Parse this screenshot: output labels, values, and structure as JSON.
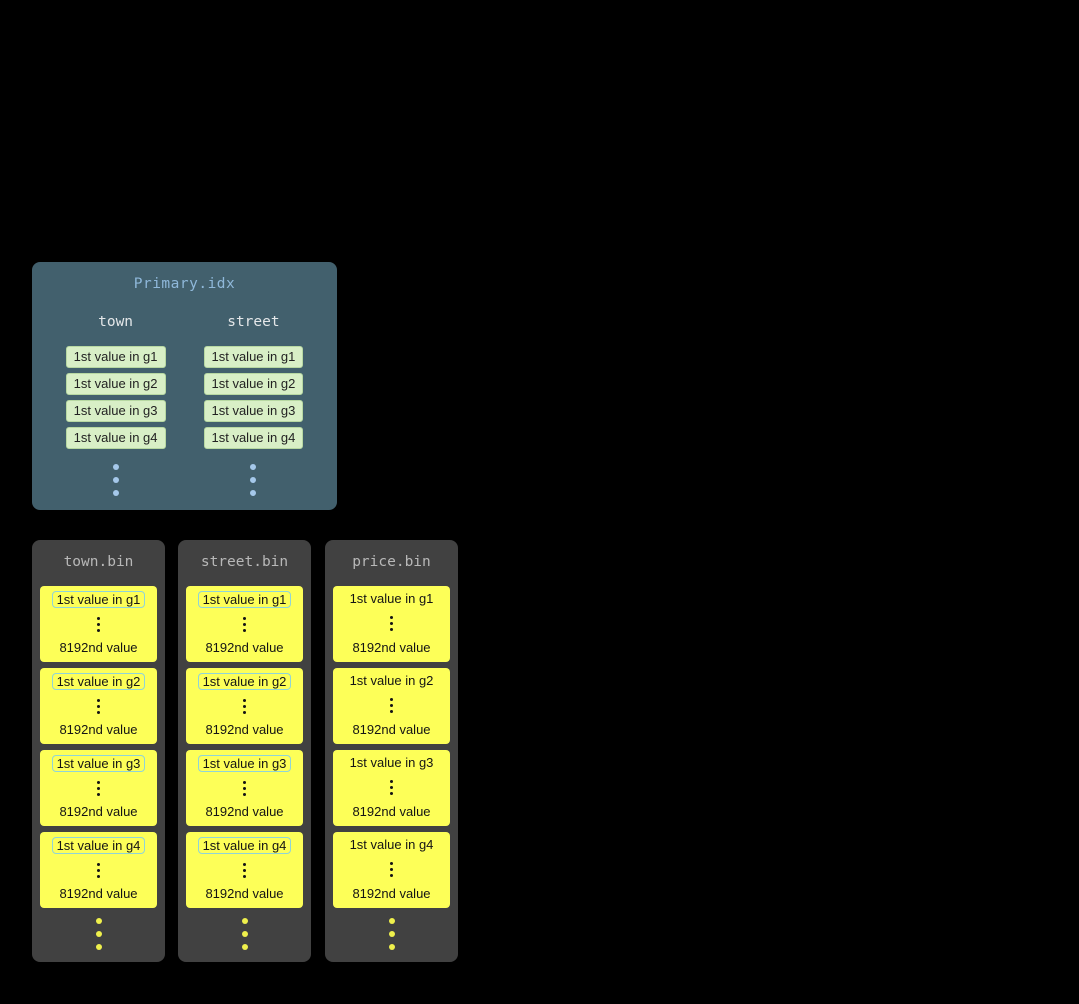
{
  "primary": {
    "title": "Primary.idx",
    "columns": [
      {
        "name": "town",
        "entries": [
          "1st value in g1",
          "1st value in g2",
          "1st value in g3",
          "1st value in g4"
        ]
      },
      {
        "name": "street",
        "entries": [
          "1st value in g1",
          "1st value in g2",
          "1st value in g3",
          "1st value in g4"
        ]
      }
    ]
  },
  "bins": [
    {
      "title": "town.bin",
      "first_highlighted": true,
      "granules": [
        {
          "first": "1st value in g1",
          "last": "8192nd value"
        },
        {
          "first": "1st value in g2",
          "last": "8192nd value"
        },
        {
          "first": "1st value in g3",
          "last": "8192nd value"
        },
        {
          "first": "1st value in g4",
          "last": "8192nd value"
        }
      ]
    },
    {
      "title": "street.bin",
      "first_highlighted": true,
      "granules": [
        {
          "first": "1st value in g1",
          "last": "8192nd value"
        },
        {
          "first": "1st value in g2",
          "last": "8192nd value"
        },
        {
          "first": "1st value in g3",
          "last": "8192nd value"
        },
        {
          "first": "1st value in g4",
          "last": "8192nd value"
        }
      ]
    },
    {
      "title": "price.bin",
      "first_highlighted": false,
      "granules": [
        {
          "first": "1st value in g1",
          "last": "8192nd value"
        },
        {
          "first": "1st value in g2",
          "last": "8192nd value"
        },
        {
          "first": "1st value in g3",
          "last": "8192nd value"
        },
        {
          "first": "1st value in g4",
          "last": "8192nd value"
        }
      ]
    }
  ],
  "colors": {
    "background": "#000000",
    "primary_panel": "#42606d",
    "primary_title": "#8fb8da",
    "column_header": "#e4e7e9",
    "entry_green_bg": "#d8efc6",
    "entry_green_border": "#b7d8a2",
    "dot_blue": "#a5c8ea",
    "bin_panel": "#414141",
    "bin_title": "#b8b8b8",
    "granule_yellow": "#fdff58",
    "granule_text": "#141414",
    "highlight_border": "#8fd4d8",
    "dot_yellow": "#eff04c"
  }
}
